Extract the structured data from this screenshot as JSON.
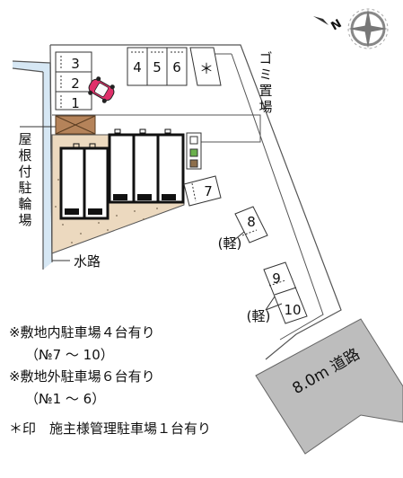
{
  "compass": {
    "north_letter": "N"
  },
  "parking_slots_main": [
    "3",
    "2",
    "1"
  ],
  "parking_slots_top": [
    "4",
    "5",
    "6"
  ],
  "parking_slot_7": "7",
  "parking_slot_8": "8",
  "parking_slot_9": "9",
  "parking_slot_10": "10",
  "owner_mark": "＊",
  "kei_label_8": "(軽)",
  "kei_label_9_10": "(軽)",
  "garbage_label": "ゴミ置場",
  "bicycle_label": "屋根付駐輪場",
  "waterway_label": "水路",
  "road_label": "8.0m 道路",
  "notes": [
    "※敷地内駐車場４台有り",
    "（№7 ～ 10）",
    "※敷地外駐車場６台有り",
    "（№1 ～ 6）",
    "＊印　施主様管理駐車場１台有り"
  ],
  "colors": {
    "road": "#bdbdbd",
    "bicycle_shed": "#b5835a",
    "yard": "#ecd9bf",
    "car": "#e0306a",
    "waterway": "#d6e7f4"
  }
}
